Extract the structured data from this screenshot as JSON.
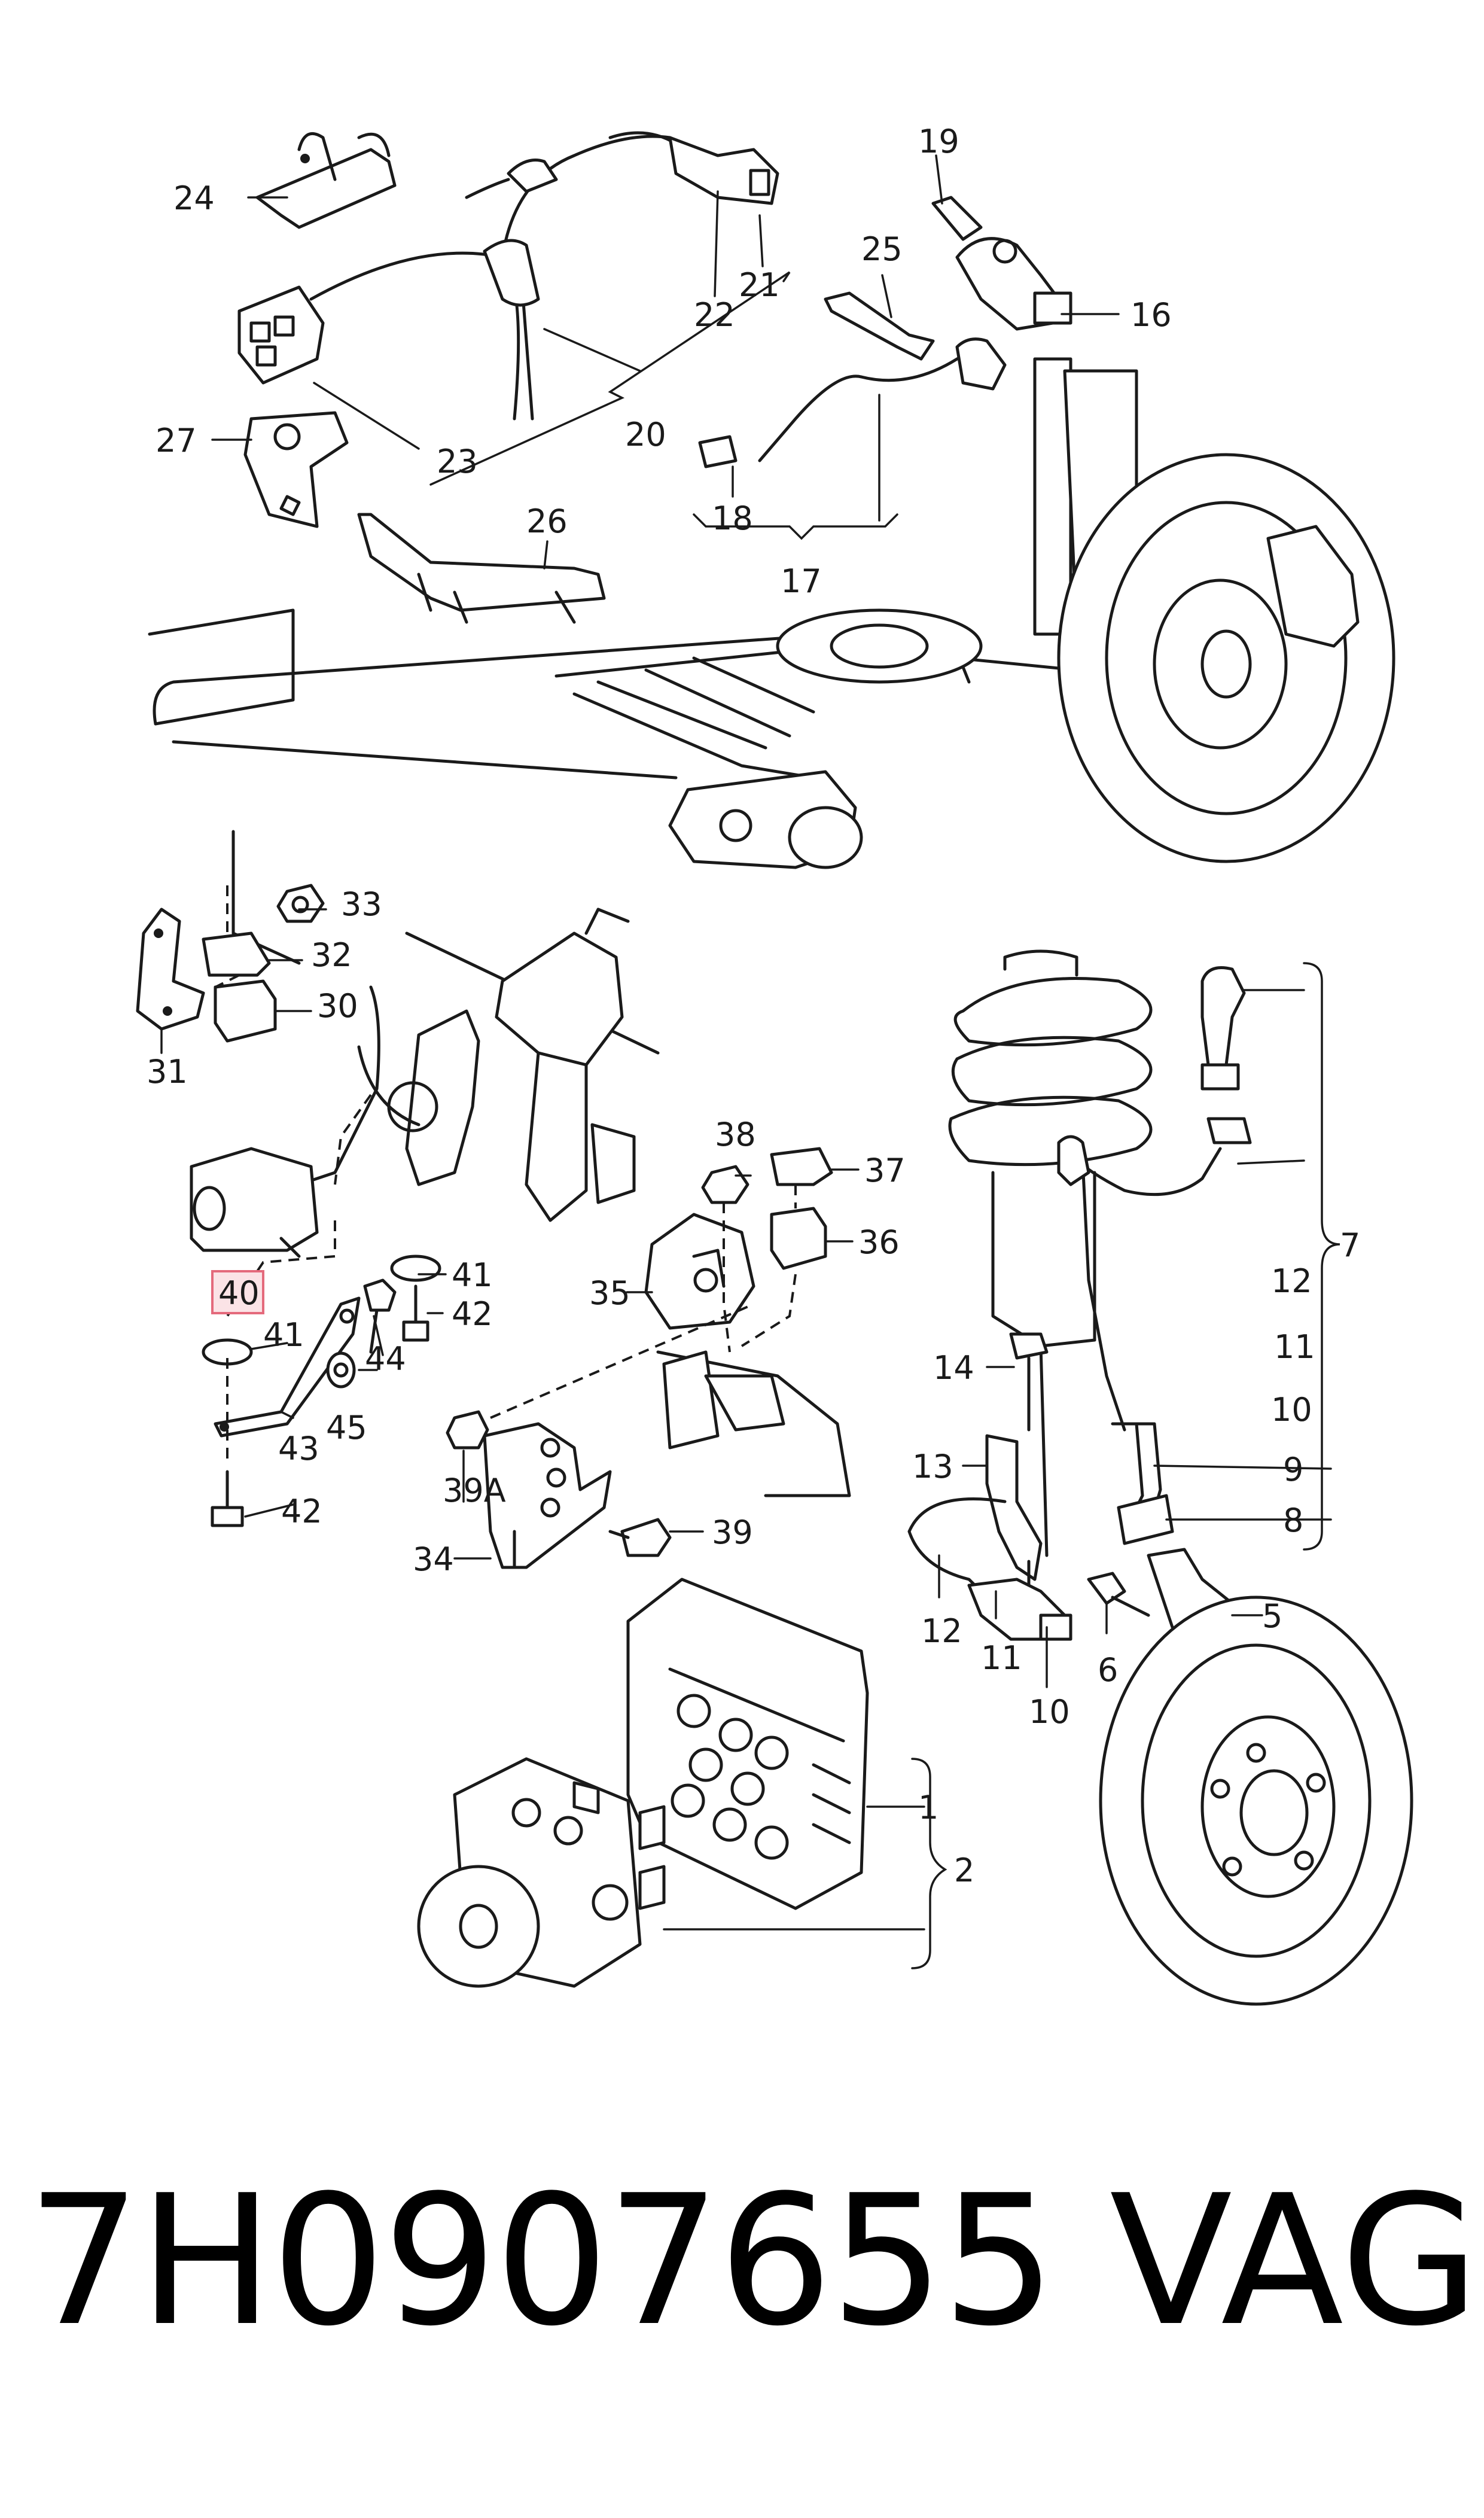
{
  "labels": {
    "l1": "1",
    "l2": "2",
    "l5": "5",
    "l6": "6",
    "l7": "7",
    "l8": "8",
    "l9": "9",
    "l10": "10",
    "l11": "11",
    "l12": "12",
    "l13": "13",
    "l14": "14",
    "l16": "16",
    "l17": "17",
    "l18": "18",
    "l19": "19",
    "l20": "20",
    "l21": "21",
    "l22": "22",
    "l23": "23",
    "l24": "24",
    "l25": "25",
    "l26": "26",
    "l27": "27",
    "l30": "30",
    "l31": "31",
    "l32": "32",
    "l33": "33",
    "l34": "34",
    "l35": "35",
    "l36": "36",
    "l37": "37",
    "l38": "38",
    "l39": "39",
    "l39a": "39A",
    "l40": "40",
    "l41": "41",
    "l42": "42",
    "l43": "43",
    "l44": "44",
    "l45": "45"
  },
  "footer": {
    "part_number": "7H0907655",
    "brand": "VAG"
  },
  "colors": {
    "line": "#1a1a1a",
    "highlight_fill": "#fbe3e6",
    "highlight_stroke": "#e46a7c"
  }
}
